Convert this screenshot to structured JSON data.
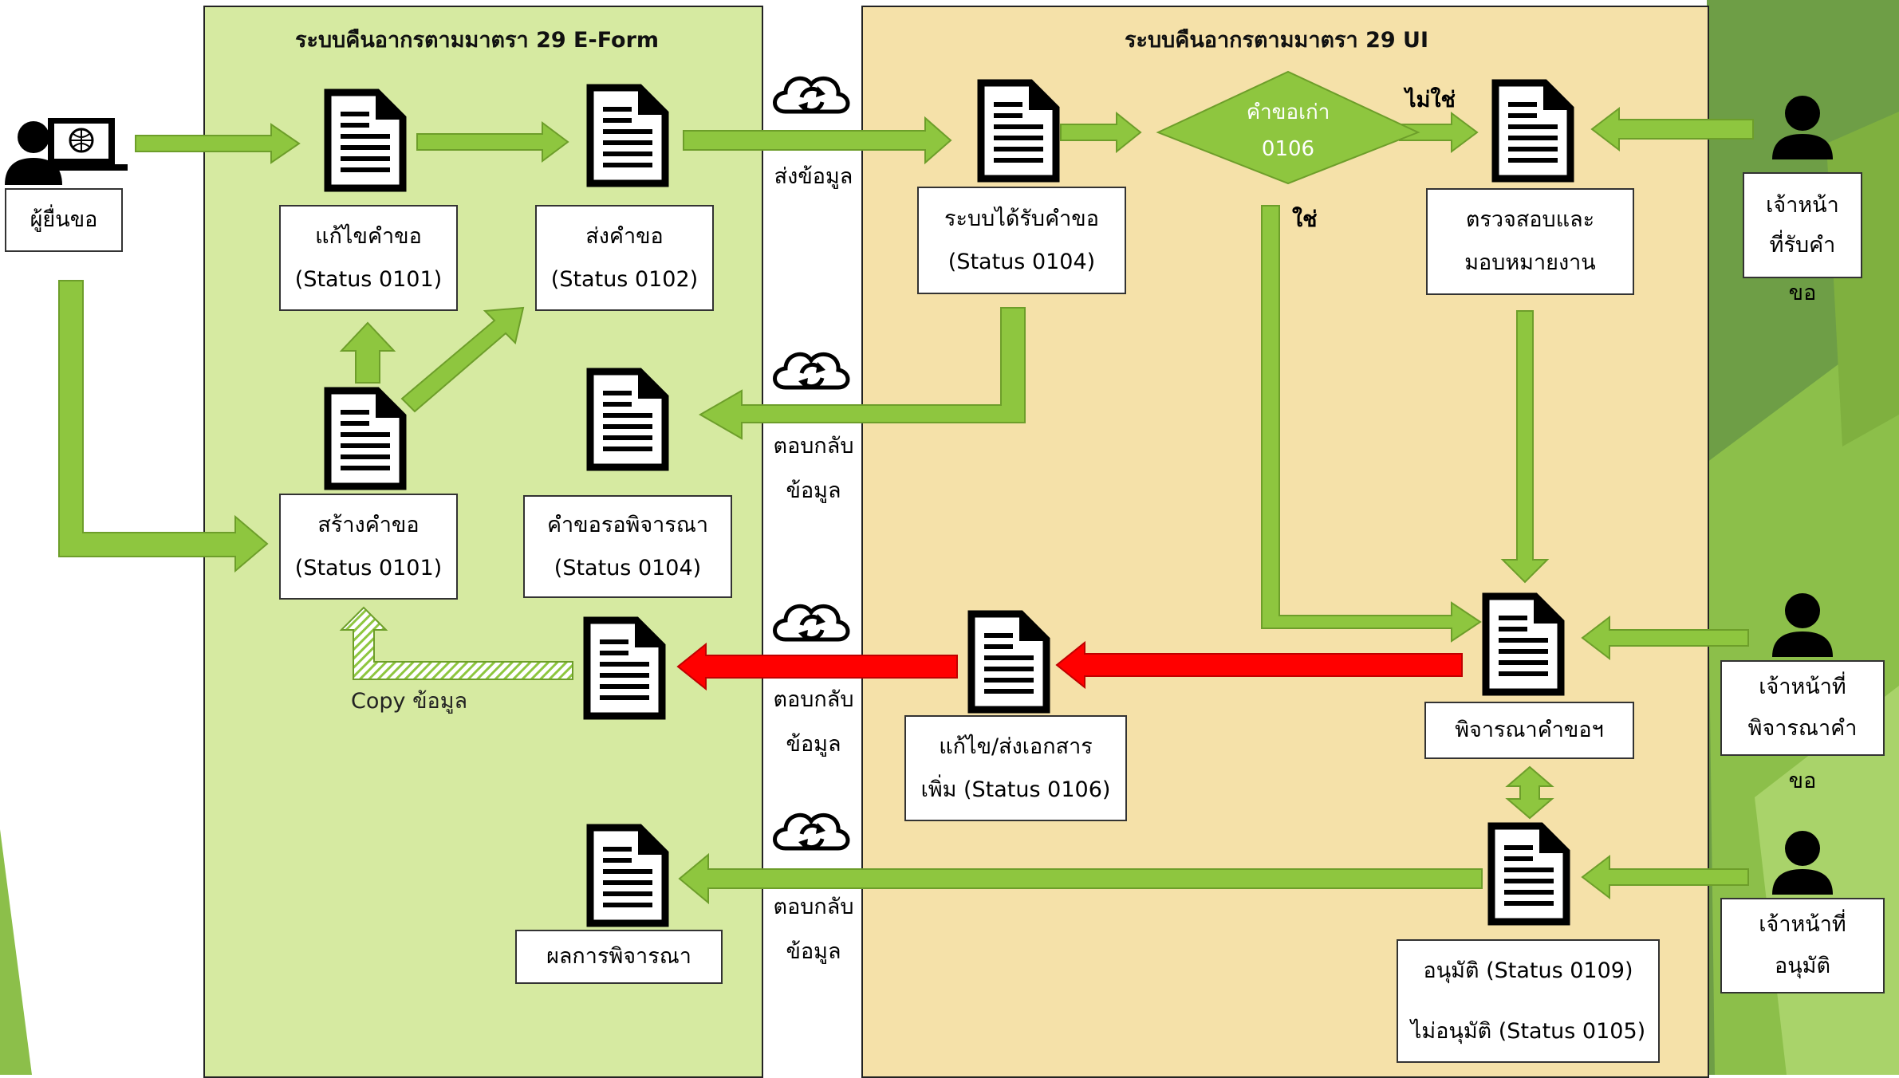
{
  "colors": {
    "eform_panel": "#d6eaa1",
    "ui_panel": "#f5e1a9",
    "arrow_green": "#8ec63f",
    "arrow_red": "#ff0000",
    "decision_fill": "#8ec63f",
    "right_bg_green": "#6e9e46"
  },
  "panels": {
    "eform_title": "ระบบคืนอากรตามมาตรา 29 E-Form",
    "ui_title": "ระบบคืนอากรตามมาตรา 29 UI"
  },
  "actors": {
    "applicant": "ผู้ยื่นขอ",
    "receiver": [
      "เจ้าหน้า",
      "ที่รับคำ",
      "ขอ"
    ],
    "considerer": [
      "เจ้าหน้าที่",
      "พิจารณาคำ",
      "ขอ"
    ],
    "approver": [
      "เจ้าหน้าที่",
      "อนุมัติ"
    ]
  },
  "boxes": {
    "edit_request": [
      "แก้ไขคำขอ",
      "(Status 0101)"
    ],
    "send_request": [
      "ส่งคำขอ",
      "(Status 0102)"
    ],
    "create_request": [
      "สร้างคำขอ",
      "(Status 0101)"
    ],
    "pending_request": [
      "คำขอรอพิจารณา",
      "(Status 0104)"
    ],
    "result": [
      "ผลการพิจารณา"
    ],
    "received": [
      "ระบบได้รับคำขอ",
      "(Status 0104)"
    ],
    "check_assign": [
      "ตรวจสอบและ",
      "มอบหมายงาน"
    ],
    "consider": [
      "พิจารณาคำขอฯ"
    ],
    "fix_docs": [
      "แก้ไข/ส่งเอกสาร",
      "เพิ่ม (Status 0106)"
    ],
    "approve": [
      "อนุมัติ (Status 0109)",
      "ไม่อนุมัติ (Status 0105)"
    ]
  },
  "decision": [
    "คำขอเก่า",
    "0106"
  ],
  "labels": {
    "send_data": "ส่งข้อมูล",
    "reply_data_1": [
      "ตอบกลับ",
      "ข้อมูล"
    ],
    "reply_data_2": [
      "ตอบกลับ",
      "ข้อมูล"
    ],
    "reply_data_3": [
      "ตอบกลับ",
      "ข้อมูล"
    ],
    "no": "ไม่ใช่",
    "yes": "ใช่",
    "copy": "Copy ข้อมูล"
  }
}
